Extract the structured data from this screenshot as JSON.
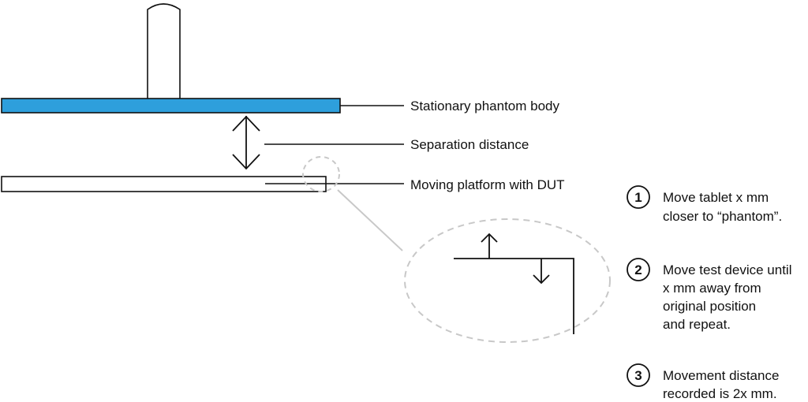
{
  "colors": {
    "phantom_fill": "#2e9fdc",
    "stroke": "#111111",
    "zoom_callout": "#c8c8c8"
  },
  "labels": {
    "stationary_phantom": "Stationary phantom body",
    "separation": "Separation distance",
    "moving_platform": "Moving platform with  DUT"
  },
  "steps": [
    {
      "number": "1",
      "lines": [
        "Move tablet x mm",
        "closer to “phantom”."
      ]
    },
    {
      "number": "2",
      "lines": [
        "Move test device until",
        "x mm away from",
        "original position",
        "and repeat."
      ]
    },
    {
      "number": "3",
      "lines": [
        "Movement distance",
        "recorded is 2x mm."
      ]
    }
  ]
}
